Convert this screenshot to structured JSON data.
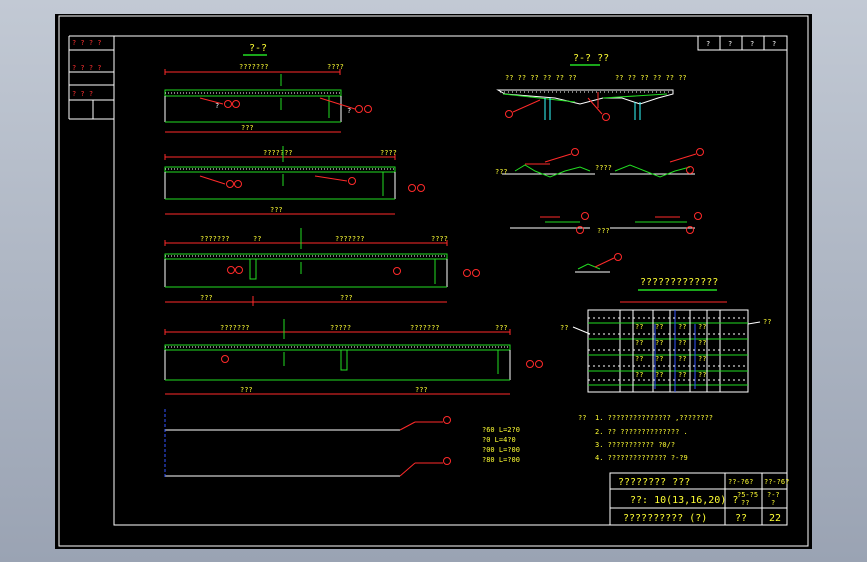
{
  "left_legend": {
    "row1": "? ? ? ?",
    "row2": "? ? ? ?",
    "row3": "? ?  ?"
  },
  "topright_box": {
    "cells": [
      "?",
      "?",
      "?",
      "?"
    ]
  },
  "sections": {
    "left_title": "?-?",
    "right_title": "?-? ??",
    "grid_title": "?????????????"
  },
  "notes": {
    "label": "??",
    "lines": [
      "1. ???????????????  ,????????",
      "2. ?? ??????????????  .",
      "3. ???????????  ?0/?",
      "4. ??????????????  ?-?9"
    ]
  },
  "rebar_schedule": [
    "?60 L=2?0",
    "?0 L=4?0",
    "?00 L=?00",
    "?80 L=?00"
  ],
  "title_block": {
    "title1": "????????  ???",
    "title2": "??: 10(13,16,20) ?",
    "title3": "?????????? (?)",
    "right_top": [
      "??-?6?",
      "??-?6?"
    ],
    "right_mid": [
      "?5-?5",
      "?-?"
    ],
    "right_mid_sub": [
      "??",
      "?"
    ],
    "sheet_label": "??",
    "sheet_no": "22"
  }
}
